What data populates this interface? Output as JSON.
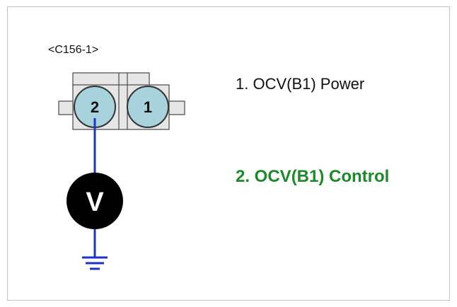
{
  "connector": {
    "id": "<C156-1>",
    "pins": [
      {
        "number": "2"
      },
      {
        "number": "1"
      }
    ]
  },
  "legend": {
    "pin1": "1. OCV(B1) Power",
    "pin2": "2. OCV(B1) Control"
  },
  "meter": {
    "symbol": "V"
  },
  "colors": {
    "pin_fill": "#a9d3dc",
    "housing": "#e6e6e6",
    "wire": "#1f33c7",
    "meter_body": "#000000",
    "active_label": "#1a8a2a"
  }
}
